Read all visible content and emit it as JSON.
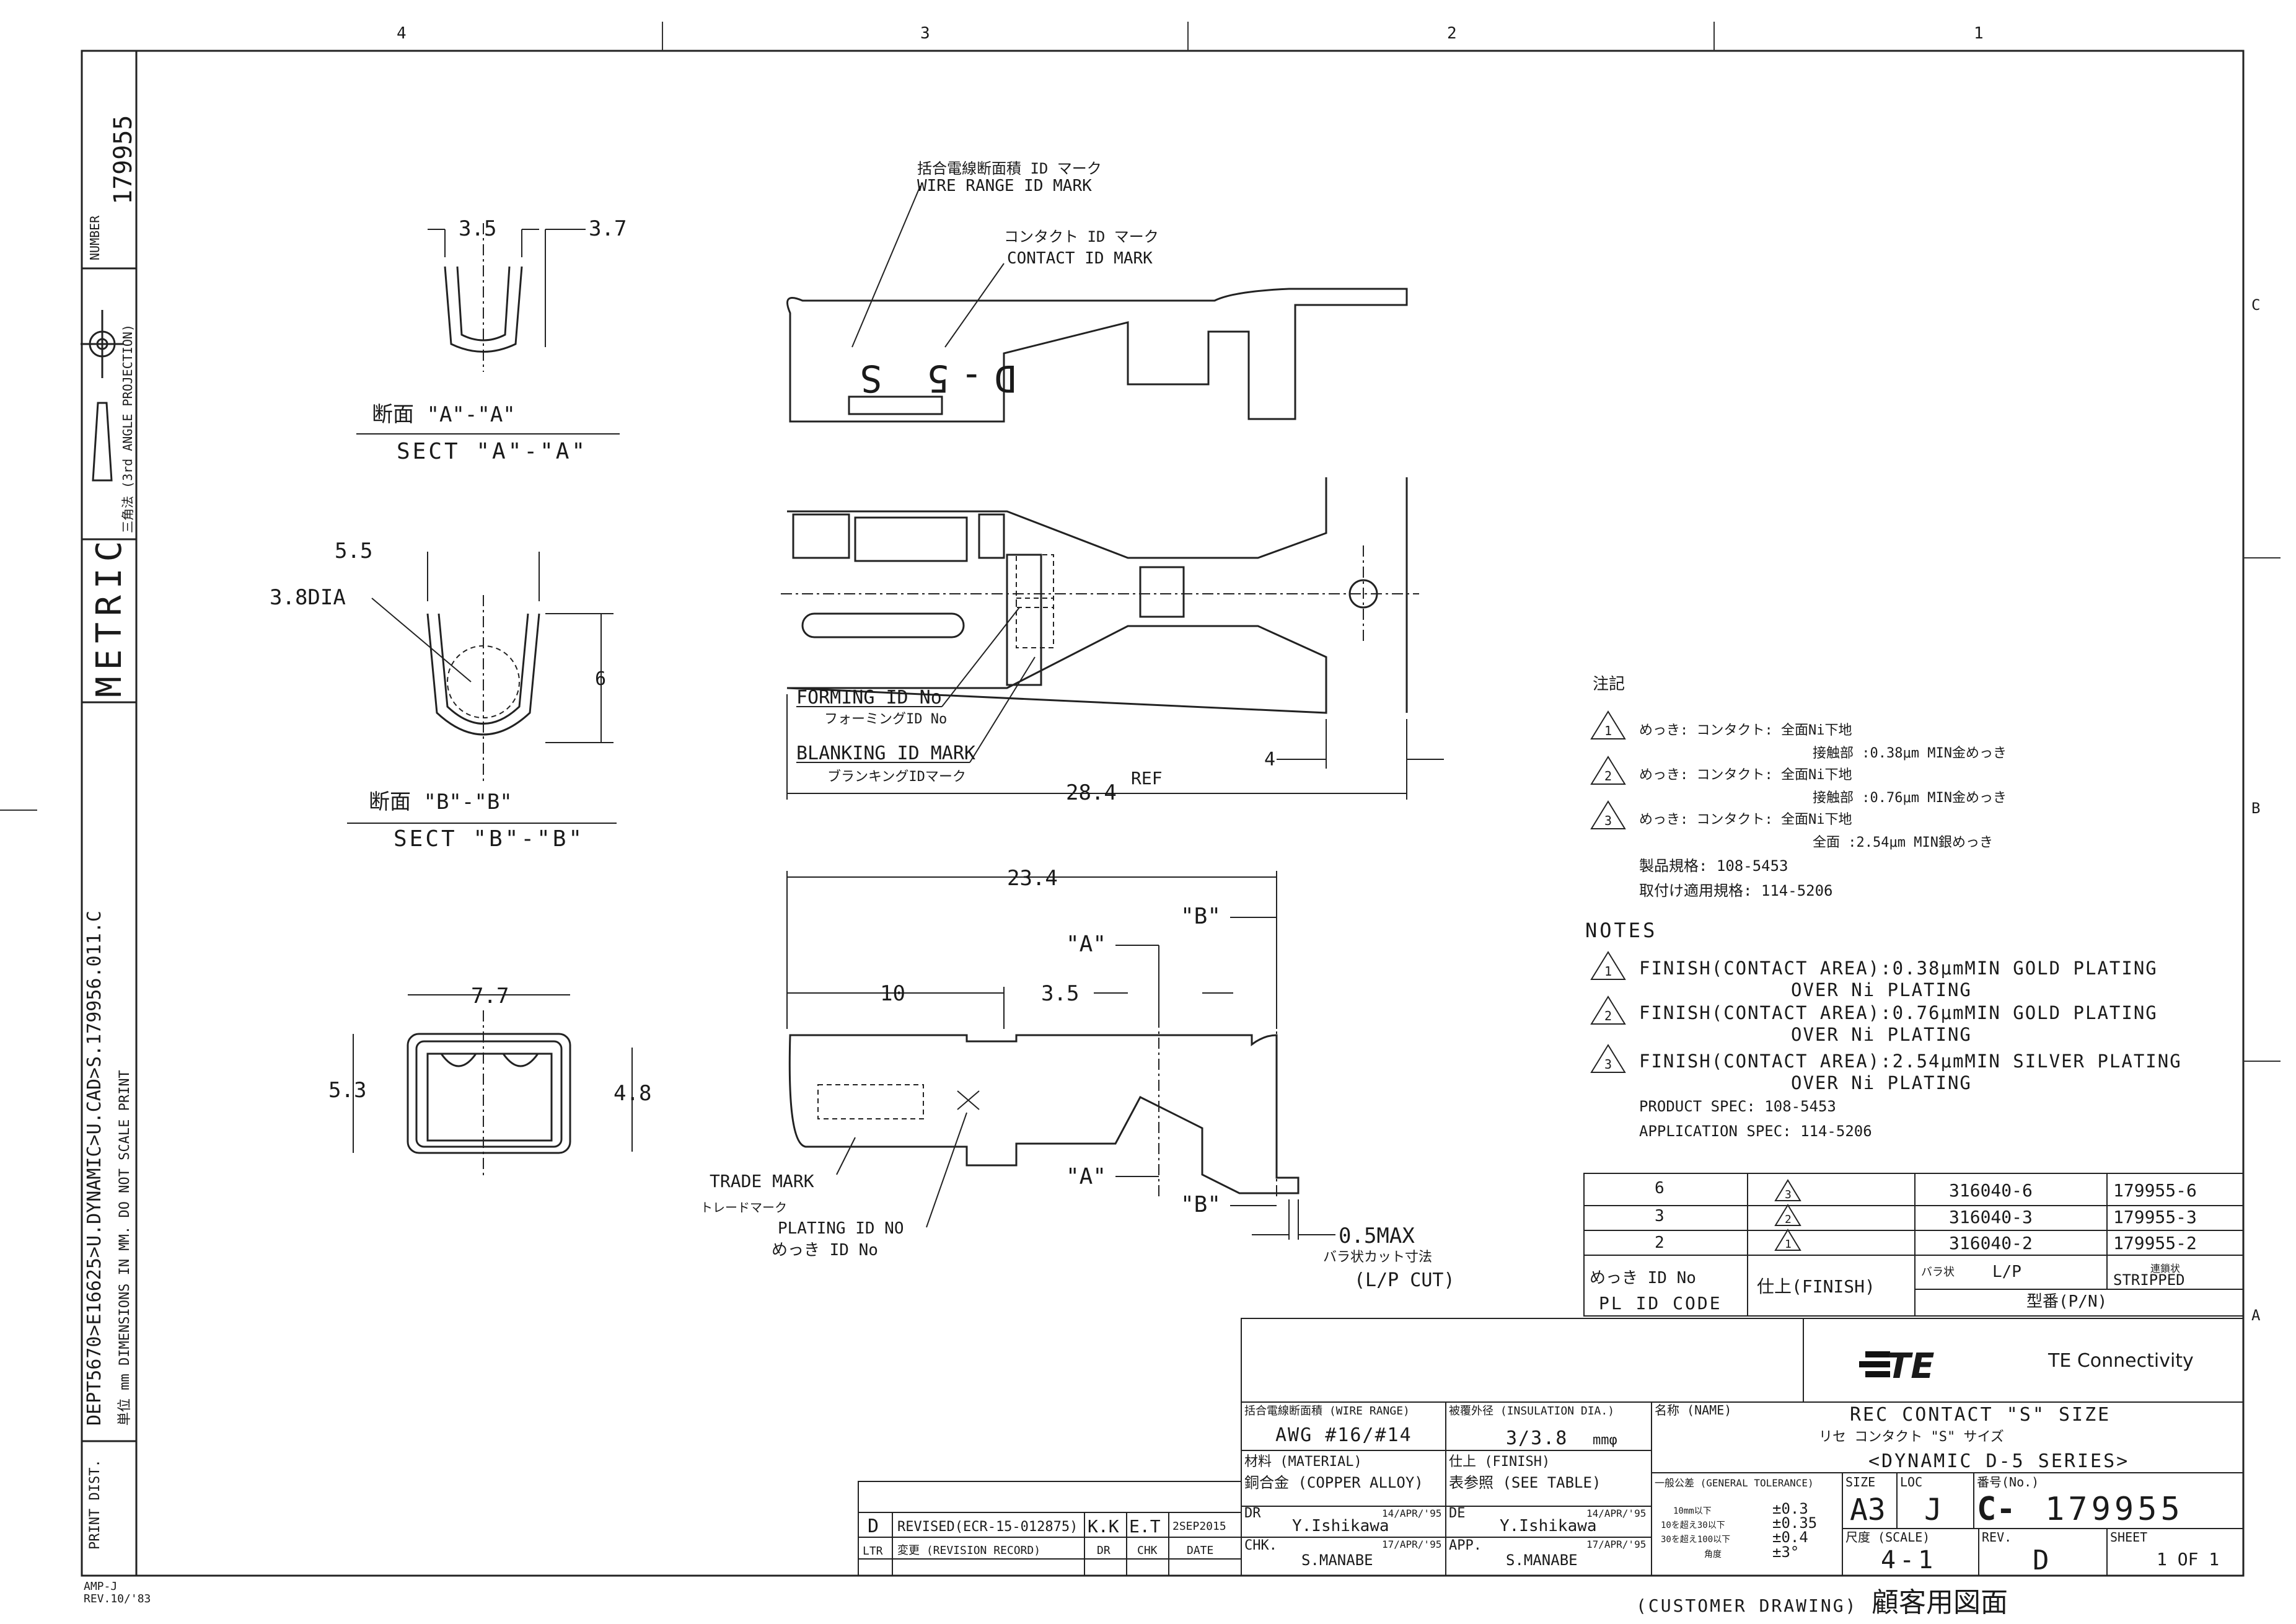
{
  "zones": {
    "top": [
      "4",
      "3",
      "2",
      "1"
    ],
    "right": [
      "C",
      "B",
      "A"
    ]
  },
  "left_strip": {
    "number_label": "NUMBER",
    "number_value": "179955",
    "projection": "三角法 (3rd ANGLE PROJECTION)",
    "metric": "METRIC",
    "side_note": "DEPT5670>E16625>U.DYNAMIC>U.CAD>S.179956.011.C",
    "dimensions_note": "単位 mm  DIMENSIONS IN MM. DO NOT SCALE PRINT",
    "print_dist": "PRINT DIST."
  },
  "corner_note": {
    "line1": "AMP-J",
    "line2": "REV.10/'83"
  },
  "views": {
    "section_a": {
      "dim1": "3.5",
      "dim2": "3.7",
      "title_jp": "断面 \"A\"-\"A\"",
      "title_en": "SECT \"A\"-\"A\""
    },
    "section_b": {
      "dim1": "5.5",
      "dim2": "3.8DIA",
      "dim3": "6",
      "title_jp": "断面 \"B\"-\"B\"",
      "title_en": "SECT \"B\"-\"B\""
    },
    "end_view": {
      "dim1": "7.7",
      "dim2": "5.3",
      "dim3": "4.8"
    },
    "top_view": {
      "wire_range_jp": "括合電線断面積 ID マーク",
      "wire_range_en": "WIRE RANGE ID MARK",
      "contact_jp": "コンタクト ID マーク",
      "contact_en": "CONTACT ID MARK",
      "stamp": "D-5 S"
    },
    "plan_view": {
      "forming_en": "FORMING ID No",
      "forming_jp": "フォーミングID No",
      "blanking_en": "BLANKING ID MARK",
      "blanking_jp": "ブランキングIDマーク",
      "dim_overall": "28.4",
      "dim_ref": "REF",
      "dim_tab": "4"
    },
    "side_view": {
      "dim_len": "23.4",
      "dim_10": "10",
      "dim_35": "3.5",
      "a_label": "\"A\"",
      "b_label": "\"B\"",
      "trade_mark_en": "TRADE MARK",
      "trade_mark_jp": "トレードマーク",
      "plating_en": "PLATING ID NO",
      "plating_jp": "めっき ID No",
      "max_cut": "0.5MAX",
      "max_cut_jp": "バラ状カット寸法",
      "lp_cut": "(L/P CUT)"
    }
  },
  "notes_jp": {
    "heading": "注記",
    "items": [
      {
        "mark": "1",
        "line1": "めっき: コンタクト: 全面Ni下地",
        "line2": "接触部 :0.38μm MIN金めっき"
      },
      {
        "mark": "2",
        "line1": "めっき: コンタクト: 全面Ni下地",
        "line2": "接触部 :0.76μm MIN金めっき"
      },
      {
        "mark": "3",
        "line1": "めっき: コンタクト: 全面Ni下地",
        "line2": "全面 :2.54μm MIN銀めっき"
      }
    ],
    "spec1": "製品規格: 108-5453",
    "spec2": "取付け適用規格: 114-5206"
  },
  "notes_en": {
    "heading": "NOTES",
    "items": [
      {
        "mark": "1",
        "line1": "FINISH(CONTACT AREA):0.38μmMIN GOLD PLATING",
        "line2": "OVER Ni PLATING"
      },
      {
        "mark": "2",
        "line1": "FINISH(CONTACT AREA):0.76μmMIN GOLD PLATING",
        "line2": "OVER Ni PLATING"
      },
      {
        "mark": "3",
        "line1": "FINISH(CONTACT AREA):2.54μmMIN SILVER PLATING",
        "line2": "OVER Ni PLATING"
      }
    ],
    "spec1": "PRODUCT SPEC: 108-5453",
    "spec2": "APPLICATION SPEC: 114-5206"
  },
  "finish_table": {
    "rows": [
      {
        "id": "6",
        "finish": "3",
        "lp": "316040-6",
        "stripped": "179955-6"
      },
      {
        "id": "3",
        "finish": "2",
        "lp": "316040-3",
        "stripped": "179955-3"
      },
      {
        "id": "2",
        "finish": "1",
        "lp": "316040-2",
        "stripped": "179955-2"
      }
    ],
    "h_id_jp": "めっき ID No",
    "h_id_en": "PL ID CODE",
    "h_finish": "仕上(FINISH)",
    "h_lp_jp": "バラ状",
    "h_lp": "L/P",
    "h_strip_jp": "連鎖状",
    "h_strip": "STRIPPED",
    "h_pn": "型番(P/N)"
  },
  "title_block": {
    "company": "TE Connectivity",
    "logo": "TE",
    "wire_range_label": "括合電線断面積 (WIRE RANGE)",
    "wire_range_value": "AWG #16/#14",
    "insulation_label": "被覆外径 (INSULATION DIA.)",
    "insulation_value": "3/3.8",
    "insulation_unit": "mmφ",
    "name_label": "名称 (NAME)",
    "name_en": "REC CONTACT \"S\" SIZE",
    "name_jp": "リセ コンタクト \"S\" サイズ",
    "name_series": "<DYNAMIC D-5 SERIES>",
    "material_label": "材料 (MATERIAL)",
    "material_value": "銅合金 (COPPER ALLOY)",
    "finish_label": "仕上 (FINISH)",
    "finish_value": "表参照 (SEE TABLE)",
    "tol_label": "一般公差 (GENERAL TOLERANCE)",
    "tol_rows": [
      {
        "range": "10mm以下",
        "value": "±0.3"
      },
      {
        "range": "10を超え30以下",
        "value": "±0.35"
      },
      {
        "range": "30を超え100以下",
        "value": "±0.4"
      },
      {
        "range": "角度",
        "value": "±3°"
      }
    ],
    "size_label": "SIZE",
    "size_value": "A3",
    "loc_label": "LOC",
    "loc_value": "J",
    "no_label": "番号(No.)",
    "no_value": "179955",
    "dr_label": "DR",
    "dr_date": "14/APR/'95",
    "dr_name": "Y.Ishikawa",
    "de_label": "DE",
    "de_date": "14/APR/'95",
    "de_name": "Y.Ishikawa",
    "chk_label": "CHK.",
    "chk_date": "17/APR/'95",
    "chk_name": "S.MANABE",
    "app_label": "APP.",
    "app_date": "17/APR/'95",
    "app_name": "S.MANABE",
    "scale_label": "尺度 (SCALE)",
    "scale_value": "4-1",
    "rev_label": "REV.",
    "rev_value": "D",
    "sheet_label": "SHEET",
    "sheet_value": "1 OF 1"
  },
  "revision": {
    "ltr": "D",
    "desc": "REVISED(ECR-15-012875)",
    "dr": "K.K",
    "chk": "E.T",
    "date": "2SEP2015",
    "h_ltr": "LTR",
    "h_desc": "変更 (REVISION RECORD)",
    "h_dr": "DR",
    "h_chk": "CHK",
    "h_date": "DATE"
  },
  "customer_drawing": {
    "en": "(CUSTOMER DRAWING)",
    "jp": "顧客用図面"
  }
}
